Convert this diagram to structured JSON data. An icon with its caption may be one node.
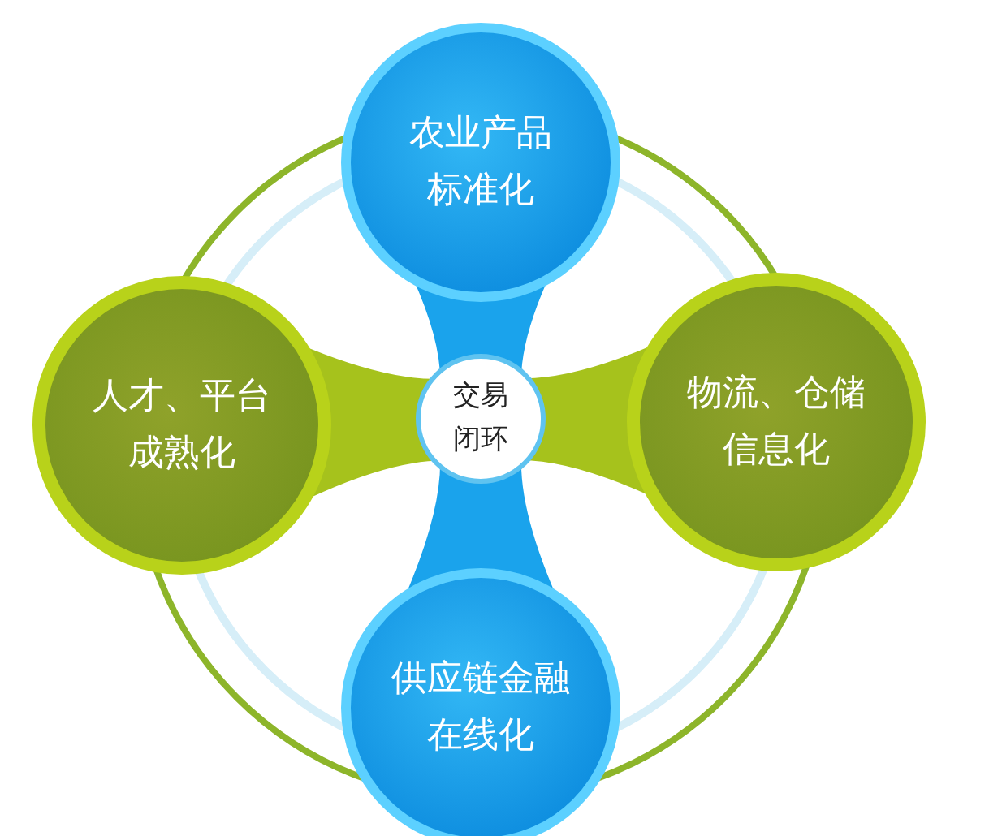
{
  "diagram": {
    "nodes": [
      {
        "text": [
          "农业产品标准化"
        ]
      },
      {
        "text": [
          "人才、平台成熟化"
        ]
      },
      {
        "text": [
          "交易闭环"
        ]
      },
      {
        "text": [
          "物流、仓储信息化"
        ]
      },
      {
        "text": [
          "供应链金融在线化"
        ]
      }
    ]
  }
}
